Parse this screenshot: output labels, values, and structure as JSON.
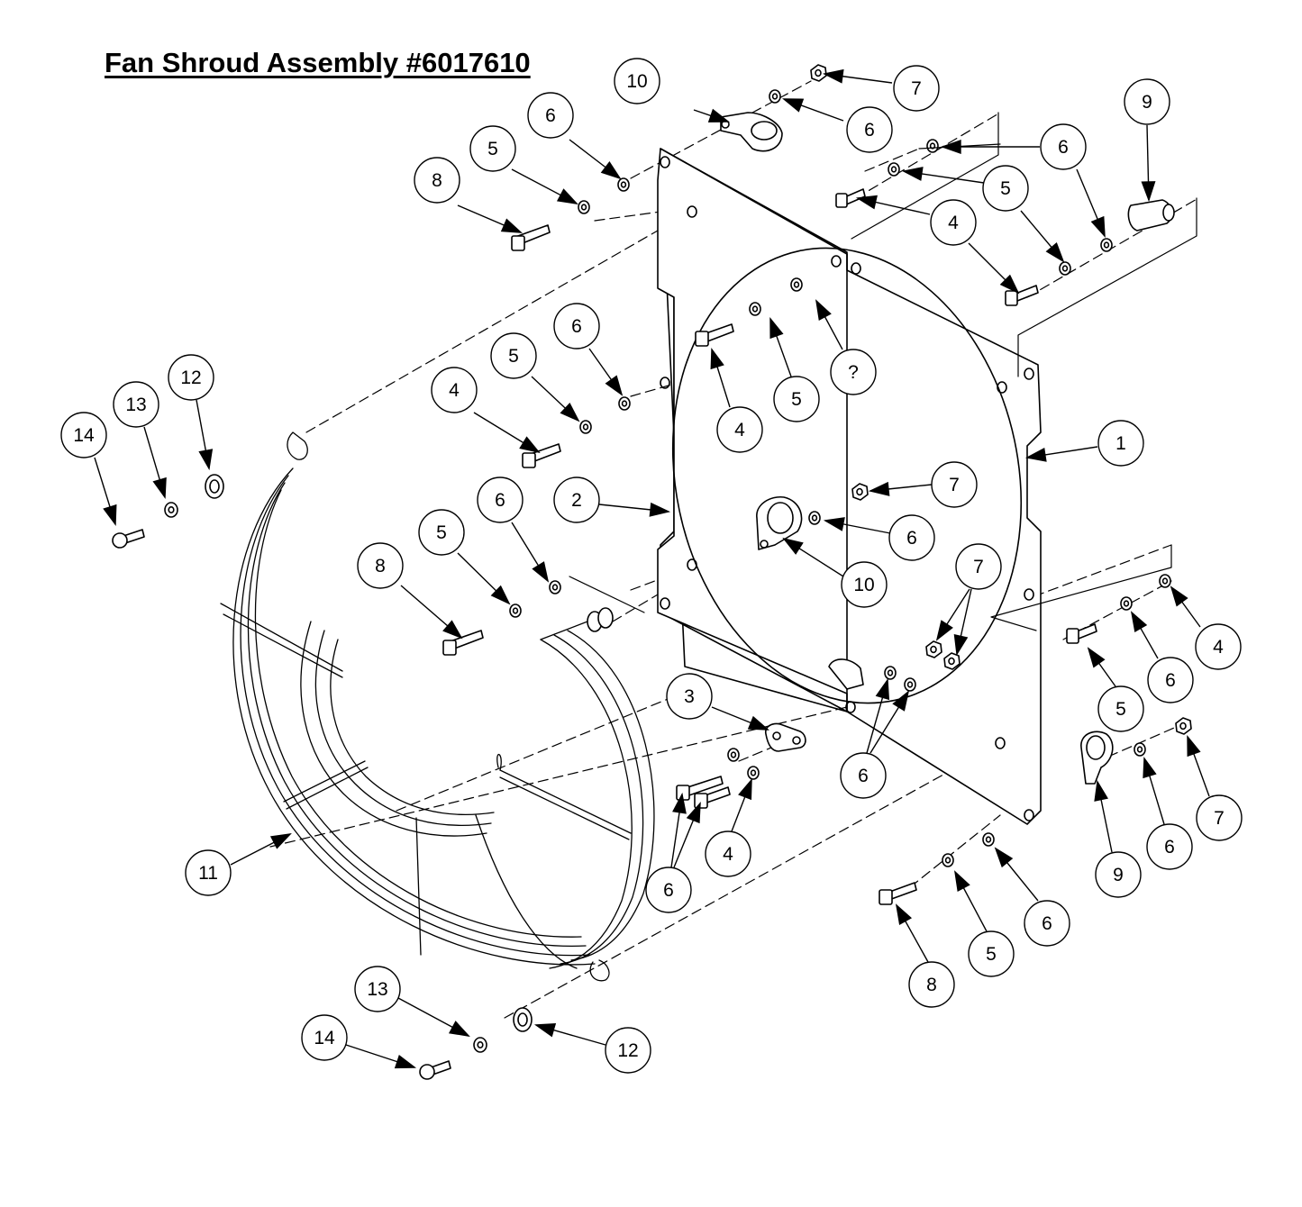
{
  "title": "Fan Shroud Assembly #6017610",
  "callouts": [
    {
      "label": "10"
    },
    {
      "label": "7"
    },
    {
      "label": "6"
    },
    {
      "label": "6"
    },
    {
      "label": "9"
    },
    {
      "label": "5"
    },
    {
      "label": "8"
    },
    {
      "label": "6"
    },
    {
      "label": "5"
    },
    {
      "label": "4"
    },
    {
      "label": "6"
    },
    {
      "label": "5"
    },
    {
      "label": "4"
    },
    {
      "label": "?"
    },
    {
      "label": "5"
    },
    {
      "label": "4"
    },
    {
      "label": "12"
    },
    {
      "label": "13"
    },
    {
      "label": "14"
    },
    {
      "label": "1"
    },
    {
      "label": "2"
    },
    {
      "label": "6"
    },
    {
      "label": "5"
    },
    {
      "label": "8"
    },
    {
      "label": "7"
    },
    {
      "label": "6"
    },
    {
      "label": "10"
    },
    {
      "label": "7"
    },
    {
      "label": "6"
    },
    {
      "label": "5"
    },
    {
      "label": "4"
    },
    {
      "label": "3"
    },
    {
      "label": "6"
    },
    {
      "label": "6"
    },
    {
      "label": "4"
    },
    {
      "label": "9"
    },
    {
      "label": "6"
    },
    {
      "label": "7"
    },
    {
      "label": "11"
    },
    {
      "label": "6"
    },
    {
      "label": "5"
    },
    {
      "label": "8"
    },
    {
      "label": "13"
    },
    {
      "label": "12"
    },
    {
      "label": "14"
    }
  ]
}
